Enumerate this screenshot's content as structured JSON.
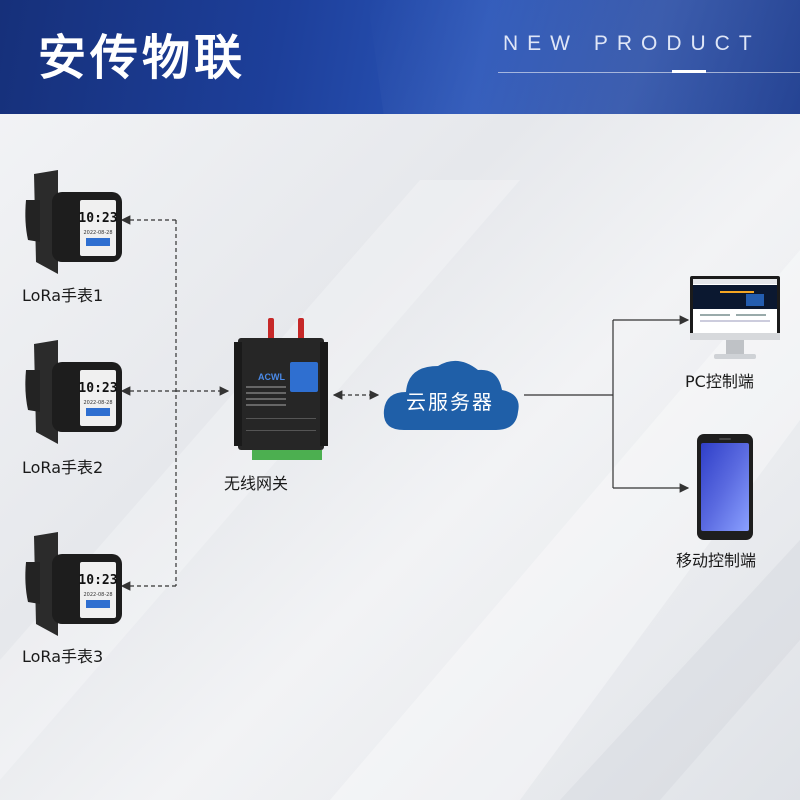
{
  "header": {
    "title": "安传物联",
    "subtitle": "NEW PRODUCT"
  },
  "watches": [
    {
      "label": "LoRa手表1",
      "time": "10:23",
      "date": "2022-08-28"
    },
    {
      "label": "LoRa手表2",
      "time": "10:23",
      "date": "2022-08-28"
    },
    {
      "label": "LoRa手表3",
      "time": "10:23",
      "date": "2022-08-28"
    }
  ],
  "gateway": {
    "label": "无线网关",
    "brand": "ACWL"
  },
  "cloud": {
    "label": "云服务器"
  },
  "clients": [
    {
      "label": "PC控制端"
    },
    {
      "label": "移动控制端"
    }
  ],
  "colors": {
    "header": "#1d3f9a",
    "cloud": "#1f5fa8",
    "gateway": "#2a2a2a",
    "phone_screen": "#4a5ad8"
  }
}
